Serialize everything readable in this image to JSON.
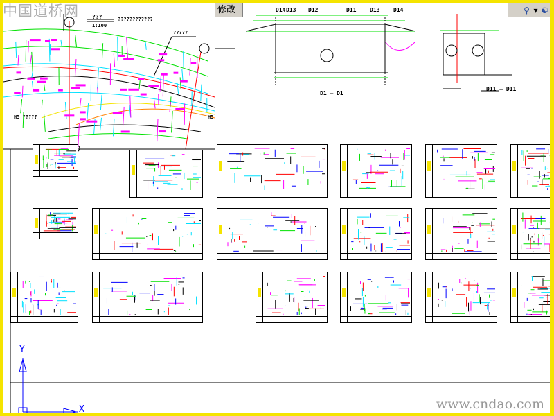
{
  "watermark_top": "中国道桥网",
  "watermark_bottom": "www.cndao.com",
  "modify_button": "修改",
  "toolbar": {
    "zoom_icon": "magnifier-icon",
    "dropdown": "▾",
    "pan_icon": "pan-icon"
  },
  "top_labels": {
    "plan_title": "???",
    "plan_scale": "1:100",
    "plan_note": "????????????",
    "leader_note": "?????",
    "axis_ticks": [
      "D14",
      "D13",
      "D12",
      "D11",
      "D13",
      "D14"
    ],
    "section_title": "D1 — D1",
    "right_section_title": "D11 — D11",
    "left_marker": "H5 ?????",
    "right_marker": "H5"
  },
  "ucs": {
    "y_label": "Y",
    "x_label": "X"
  },
  "colors": {
    "frame": "#f5e400",
    "green": "#00e000",
    "magenta": "#ff00ff",
    "cyan": "#00e0ff",
    "red": "#ff0000",
    "blue": "#0000ff"
  }
}
